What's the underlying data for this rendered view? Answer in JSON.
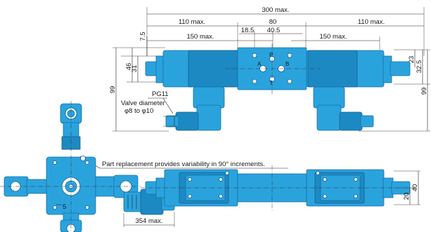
{
  "dimensions": {
    "overall_length": "300 max.",
    "left_solenoid_length": "110 max.",
    "center_block": "80",
    "right_solenoid_length": "110 max.",
    "left_150": "150 max.",
    "right_150": "150 max.",
    "d18_5": "18.5",
    "d40_5": "40.5",
    "d7_5": "7.5",
    "d46": "46",
    "d31": "31",
    "d99_left": "99",
    "d99_right": "99",
    "d23": "23",
    "d32_5": "32.5",
    "d20": "20",
    "d40": "40",
    "d5": "5",
    "d354": "354 max."
  },
  "labels": {
    "pg11": "PG11",
    "valve_diameter": "Valve diameter",
    "valve_range": "φ8 to φ10",
    "part_replacement": "Part replacement provides variability in 90° increments.",
    "port_a": "A",
    "port_b": "B",
    "port_p": "P",
    "port_t": "T"
  },
  "colors": {
    "body": "#2aa3dd",
    "body_dark": "#1d89c2"
  }
}
